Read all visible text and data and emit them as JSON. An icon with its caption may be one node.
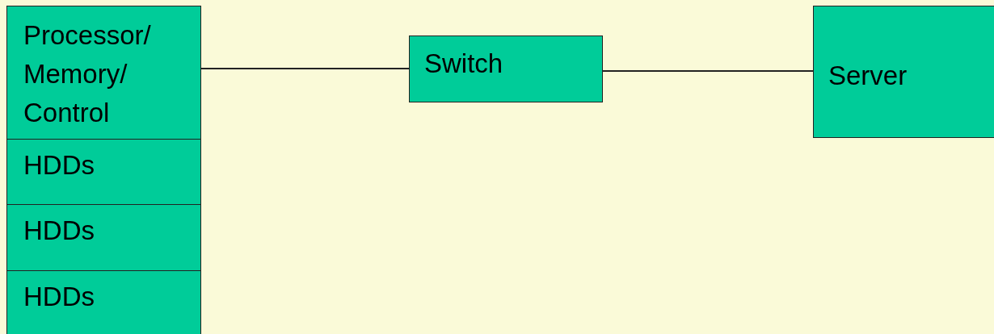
{
  "diagram": {
    "nodes": [
      {
        "text": [
          "Processor/ Memory/ Control"
        ]
      },
      {
        "text": [
          "HDDs"
        ]
      },
      {
        "text": [
          "HDDs"
        ]
      },
      {
        "text": [
          "HDDs"
        ]
      },
      {
        "text": [
          "Switch"
        ]
      },
      {
        "text": [
          "Server"
        ]
      }
    ],
    "edges": [
      {
        "from": 0,
        "to": 4,
        "arrow": "none"
      },
      {
        "from": 4,
        "to": 5,
        "arrow": "none"
      }
    ]
  }
}
